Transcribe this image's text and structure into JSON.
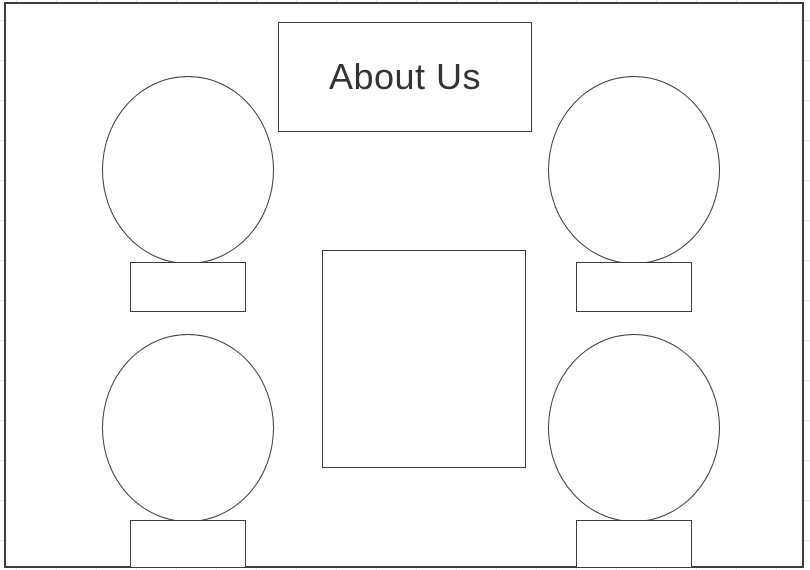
{
  "diagram": {
    "title": "About Us",
    "stroke_color": "#3c3c3c",
    "background_color": "#ffffff",
    "grid_color": "#e6e6e6",
    "members": [
      {
        "portrait": "oval",
        "caption": ""
      },
      {
        "portrait": "oval",
        "caption": ""
      },
      {
        "portrait": "oval",
        "caption": ""
      },
      {
        "portrait": "oval",
        "caption": ""
      }
    ],
    "center_content": ""
  }
}
